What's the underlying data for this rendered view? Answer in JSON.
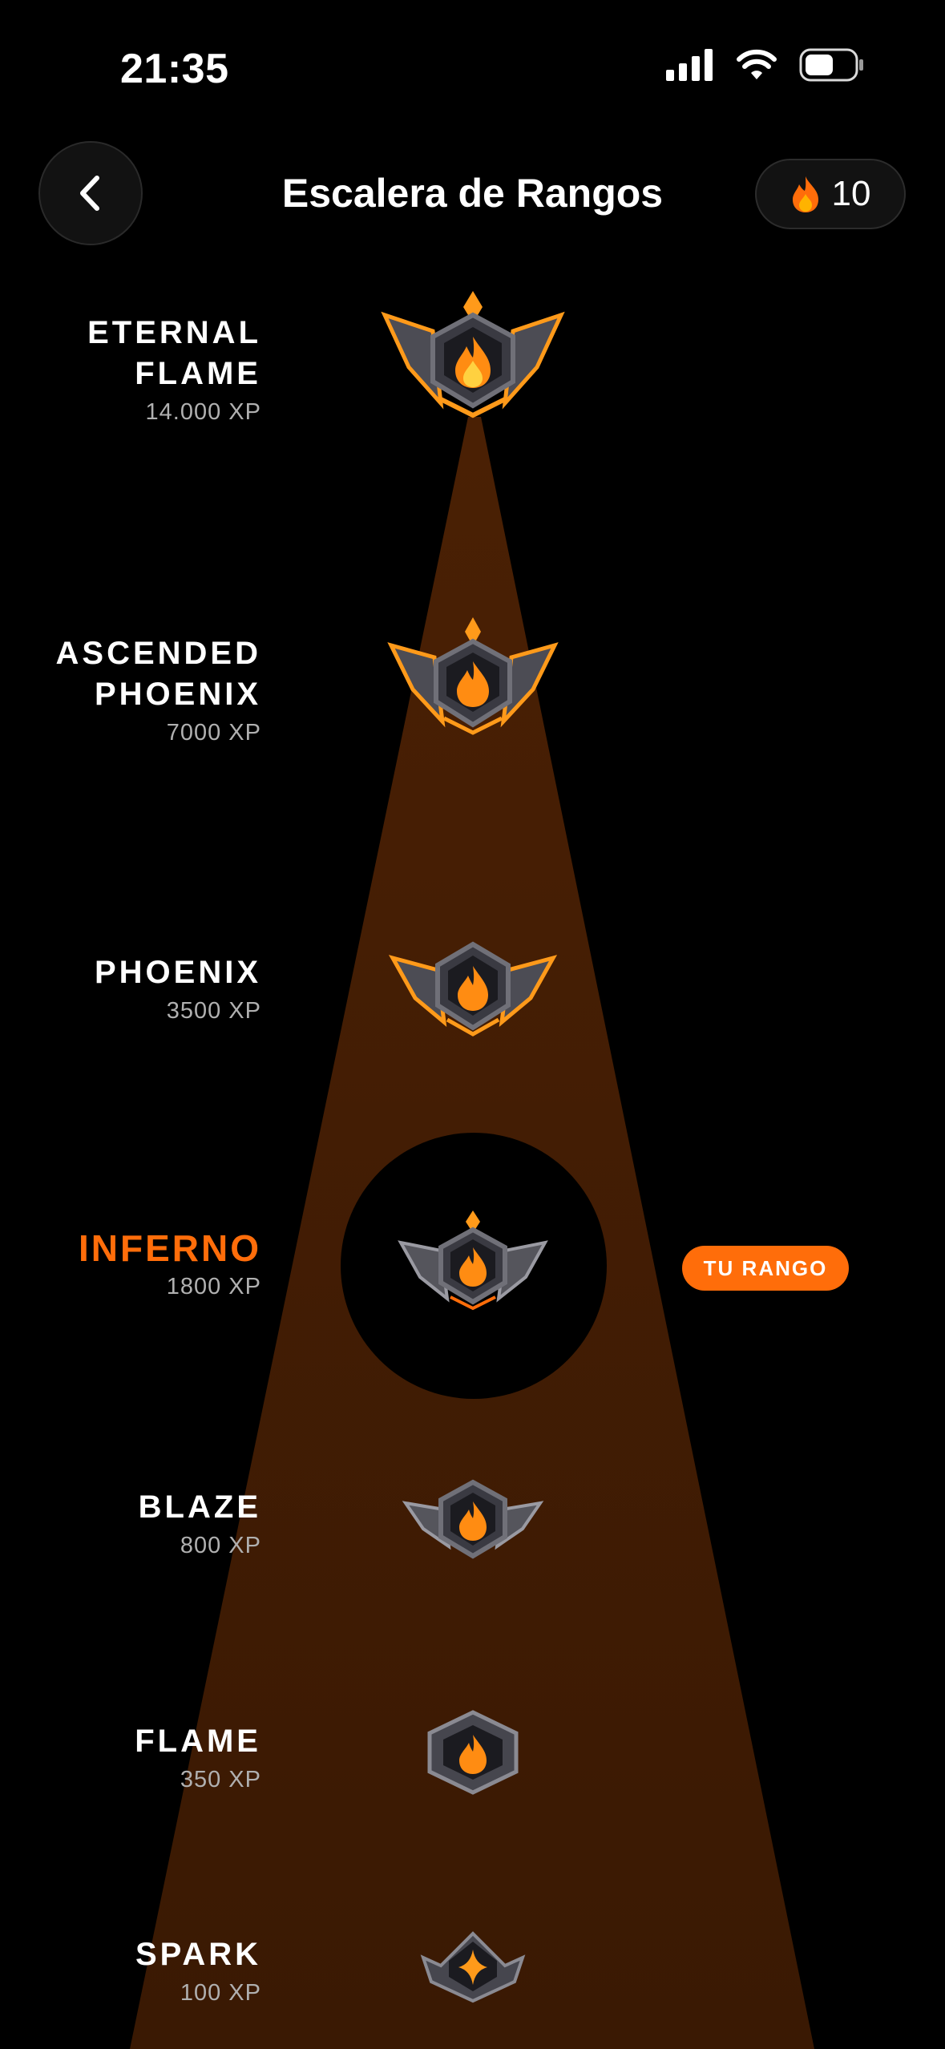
{
  "status": {
    "time": "21:35",
    "battery_level": 0.45
  },
  "header": {
    "title": "Escalera de Rangos",
    "back_icon": "chevron-left-icon",
    "streak_icon": "fire-icon",
    "streak_count": "10"
  },
  "colors": {
    "background": "#000000",
    "accent": "#ff6d0a",
    "beam": "#3e1b04",
    "xp_text": "#b0b0b0"
  },
  "ranks": [
    {
      "name_line1": "ETERNAL",
      "name_line2": "FLAME",
      "xp": "14.000 XP",
      "icon": "eternal-flame-badge-icon"
    },
    {
      "name_line1": "ASCENDED",
      "name_line2": "PHOENIX",
      "xp": "7000 XP",
      "icon": "ascended-phoenix-badge-icon"
    },
    {
      "name": "PHOENIX",
      "xp": "3500 XP",
      "icon": "phoenix-badge-icon"
    },
    {
      "name": "INFERNO",
      "xp": "1800 XP",
      "icon": "inferno-badge-icon",
      "current": true
    },
    {
      "name": "BLAZE",
      "xp": "800 XP",
      "icon": "blaze-badge-icon"
    },
    {
      "name": "FLAME",
      "xp": "350 XP",
      "icon": "flame-badge-icon"
    },
    {
      "name": "SPARK",
      "xp": "100 XP",
      "icon": "spark-badge-icon"
    }
  ],
  "current_rank_label": "TU RANGO"
}
